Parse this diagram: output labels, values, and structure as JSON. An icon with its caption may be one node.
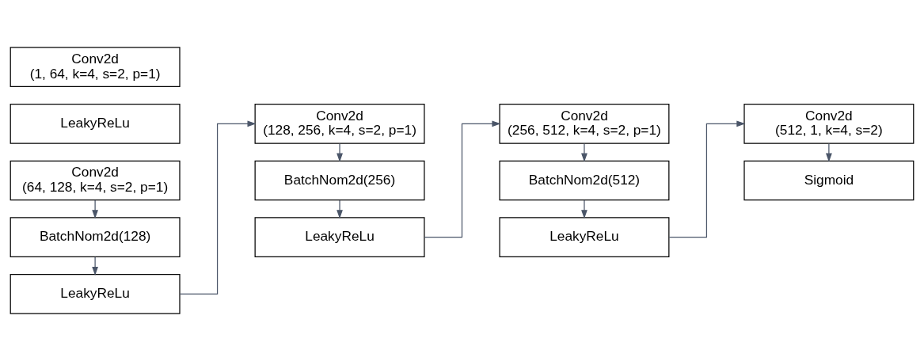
{
  "diagram": {
    "nodes": [
      {
        "text": [
          "Conv2d (1, 64, k=4, s=2, p=1)"
        ]
      },
      {
        "text": [
          "LeakyReLu"
        ]
      },
      {
        "text": [
          "Conv2d (64, 128, k=4, s=2, p=1)"
        ]
      },
      {
        "text": [
          "BatchNom2d(128)"
        ]
      },
      {
        "text": [
          "LeakyReLu"
        ]
      },
      {
        "text": [
          "Conv2d (128, 256, k=4, s=2, p=1)"
        ]
      },
      {
        "text": [
          "BatchNom2d(256)"
        ]
      },
      {
        "text": [
          "LeakyReLu"
        ]
      },
      {
        "text": [
          "Conv2d (256, 512, k=4, s=2, p=1)"
        ]
      },
      {
        "text": [
          "BatchNom2d(512)"
        ]
      },
      {
        "text": [
          "LeakyReLu"
        ]
      },
      {
        "text": [
          "Conv2d (512, 1, k=4, s=2)"
        ]
      },
      {
        "text": [
          "Sigmoid"
        ]
      }
    ],
    "edges": [
      {
        "from": 2,
        "to": 3,
        "arrow": "to"
      },
      {
        "from": 3,
        "to": 4,
        "arrow": "to"
      },
      {
        "from": 4,
        "to": 5,
        "arrow": "to"
      },
      {
        "from": 5,
        "to": 6,
        "arrow": "to"
      },
      {
        "from": 6,
        "to": 7,
        "arrow": "to"
      },
      {
        "from": 7,
        "to": 8,
        "arrow": "to"
      },
      {
        "from": 8,
        "to": 9,
        "arrow": "to"
      },
      {
        "from": 9,
        "to": 10,
        "arrow": "to"
      },
      {
        "from": 10,
        "to": 11,
        "arrow": "to"
      },
      {
        "from": 11,
        "to": 12,
        "arrow": "to"
      }
    ]
  }
}
